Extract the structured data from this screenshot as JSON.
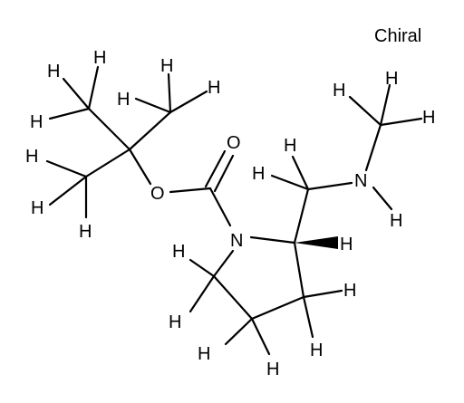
{
  "header": {
    "chirality_label": "Chiral"
  },
  "molecule": {
    "atoms": {
      "O_ether": "O",
      "O_carbonyl": "O",
      "N_ring": "N",
      "N_amine": "N",
      "H_tb_c1_a": "H",
      "H_tb_c1_b": "H",
      "H_tb_c1_c": "H",
      "H_tb_c2_a": "H",
      "H_tb_c2_b": "H",
      "H_tb_c2_c": "H",
      "H_tb_c3_a": "H",
      "H_tb_c3_b": "H",
      "H_tb_c3_c": "H",
      "H_ch2_a": "H",
      "H_ch2_b": "H",
      "H_nh": "H",
      "H_ch3_a": "H",
      "H_ch3_b": "H",
      "H_ch3_c": "H",
      "H_stereo": "H",
      "H_ring_c3_a": "H",
      "H_ring_c3_b": "H",
      "H_ring_c4_a": "H",
      "H_ring_c4_b": "H",
      "H_ring_c5_a": "H",
      "H_ring_c5_b": "H"
    }
  }
}
